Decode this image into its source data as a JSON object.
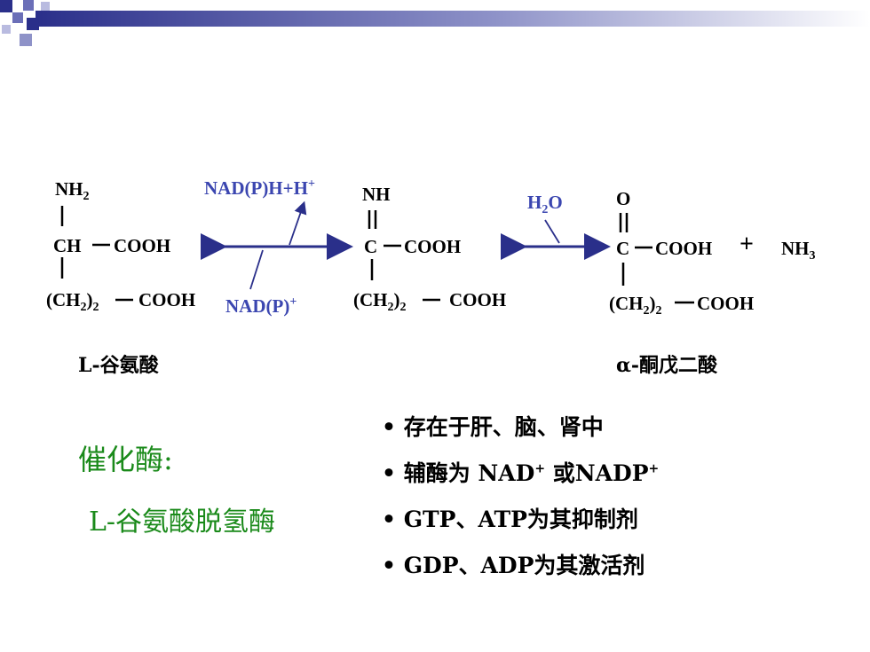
{
  "reactant": {
    "nh2": "NH",
    "nh2_sub": "2",
    "ch": "CH",
    "cooh": "COOH",
    "ch2": "(CH",
    "ch2_sub": "2",
    "ch2_close": ")",
    "ch2_sub2": "2",
    "cooh2": "COOH",
    "name": "L-谷氨酸"
  },
  "step1": {
    "top_label": "NAD(P)H+H",
    "top_sup": "+",
    "bottom_label": "NAD(P)",
    "bottom_sup": "+"
  },
  "intermediate": {
    "nh": "NH",
    "c": "C",
    "cooh": "COOH",
    "ch2": "(CH",
    "ch2_sub": "2",
    "ch2_close": ")",
    "ch2_sub2": "2",
    "cooh2": "COOH"
  },
  "step2": {
    "water": "H",
    "water_sub": "2",
    "water_o": "O"
  },
  "product": {
    "o": "O",
    "c": "C",
    "cooh": "COOH",
    "plus": "+",
    "nh3": "NH",
    "nh3_sub": "3",
    "ch2": "(CH",
    "ch2_sub": "2",
    "ch2_close": ")",
    "ch2_sub2": "2",
    "cooh2": "COOH",
    "name": "α-酮戊二酸"
  },
  "enzyme": {
    "label": "催化酶:",
    "name": "L-谷氨酸脱氢酶"
  },
  "bullets": [
    {
      "text": "存在于肝、脑、肾中"
    },
    {
      "text": "辅酶为 NAD",
      "sup": "+",
      "rest": " 或NADP",
      "sup2": "+"
    },
    {
      "text": "GTP、ATP为其抑制剂"
    },
    {
      "text": "GDP、ADP为其激活剂"
    }
  ],
  "colors": {
    "blue": "#3b46b0",
    "green": "#1a8a1a"
  }
}
